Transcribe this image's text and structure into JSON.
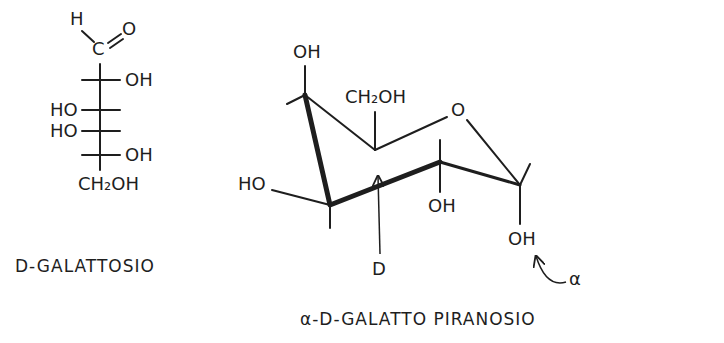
{
  "diagram": {
    "labels": [
      "H",
      "C",
      "O",
      "OH",
      "HO",
      "HO",
      "OH",
      "CH₂OH",
      "D-GALATTOSIO",
      "OH",
      "CH₂OH",
      "O",
      "HO",
      "OH",
      "OH",
      "D",
      "α",
      "α-D-GALATTO PIRANOSIO"
    ]
  }
}
